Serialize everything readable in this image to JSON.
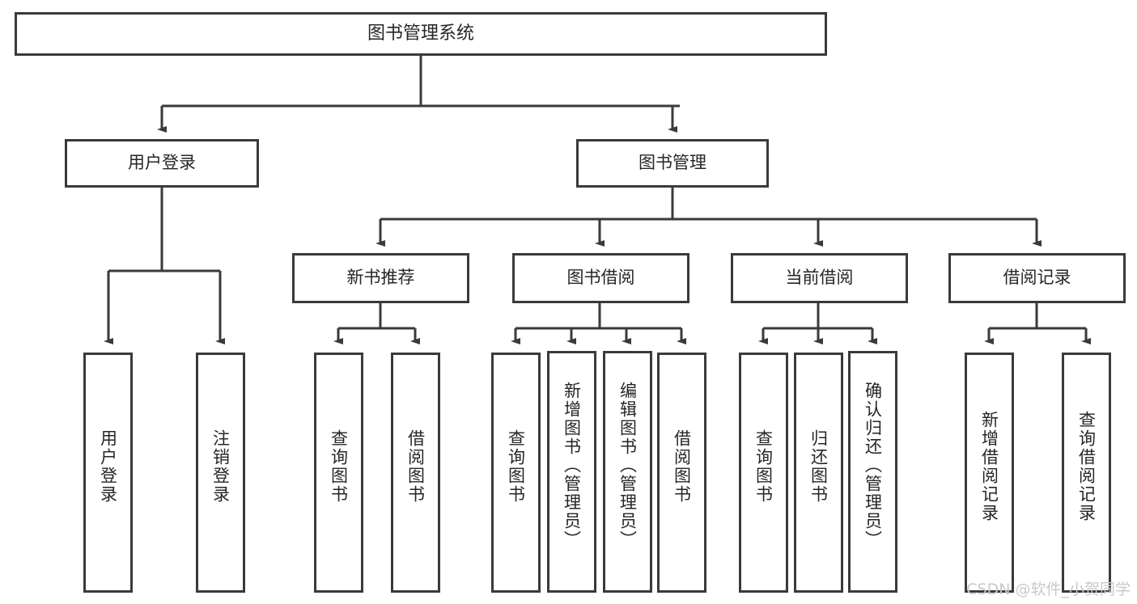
{
  "diagram": {
    "title": "图书管理系统",
    "type": "tree",
    "root": {
      "label": "图书管理系统"
    },
    "level2": [
      {
        "label": "用户登录"
      },
      {
        "label": "图书管理"
      }
    ],
    "level3": [
      {
        "label": "新书推荐"
      },
      {
        "label": "图书借阅"
      },
      {
        "label": "当前借阅"
      },
      {
        "label": "借阅记录"
      }
    ],
    "leaves": {
      "user_login": [
        {
          "label": "用户登录"
        },
        {
          "label": "注销登录"
        }
      ],
      "new_book_recommend": [
        {
          "label": "查询图书"
        },
        {
          "label": "借阅图书"
        }
      ],
      "book_borrow": [
        {
          "label": "查询图书"
        },
        {
          "label": "新增图书（管理员）"
        },
        {
          "label": "编辑图书（管理员）"
        },
        {
          "label": "借阅图书"
        }
      ],
      "current_borrow": [
        {
          "label": "查询图书"
        },
        {
          "label": "归还图书"
        },
        {
          "label": "确认归还（管理员）"
        }
      ],
      "borrow_record": [
        {
          "label": "新增借阅记录"
        },
        {
          "label": "查询借阅记录"
        }
      ]
    }
  },
  "watermark": {
    "text": "CSDN @软件_小贺同学"
  },
  "colors": {
    "border": "#3a3a3a",
    "fill": "#ffffff",
    "text": "#262626",
    "watermark": "#c9c9c9"
  }
}
